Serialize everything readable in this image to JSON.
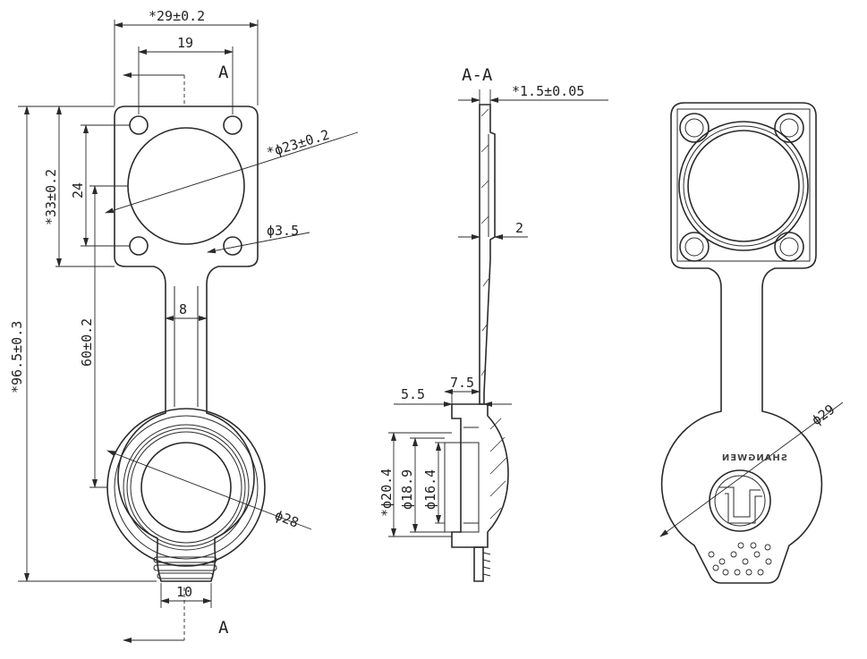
{
  "drawing": {
    "front_view": {
      "overall_width": "*29±0.2",
      "hole_spacing_x": "19",
      "hole_spacing_y": "24",
      "flange_height": "*33±0.2",
      "overall_length": "*96.5±0.3",
      "center_distance": "60±0.2",
      "strap_width": "8",
      "tab_width": "10",
      "bore_diameter": "*ϕ23±0.2",
      "hole_diameter": "ϕ3.5",
      "cap_diameter": "ϕ28",
      "section_label_top": "A",
      "section_label_bottom": "A"
    },
    "section_view": {
      "title": "A-A",
      "thickness": "*1.5±0.05",
      "rib": "2",
      "depth_a": "5.5",
      "depth_b": "7.5",
      "dia_outer": "*ϕ20.4",
      "dia_mid": "ϕ18.9",
      "dia_inner": "ϕ16.4"
    },
    "iso_view": {
      "cap_diameter": "ϕ29",
      "brand": "SHANGWEN"
    }
  }
}
